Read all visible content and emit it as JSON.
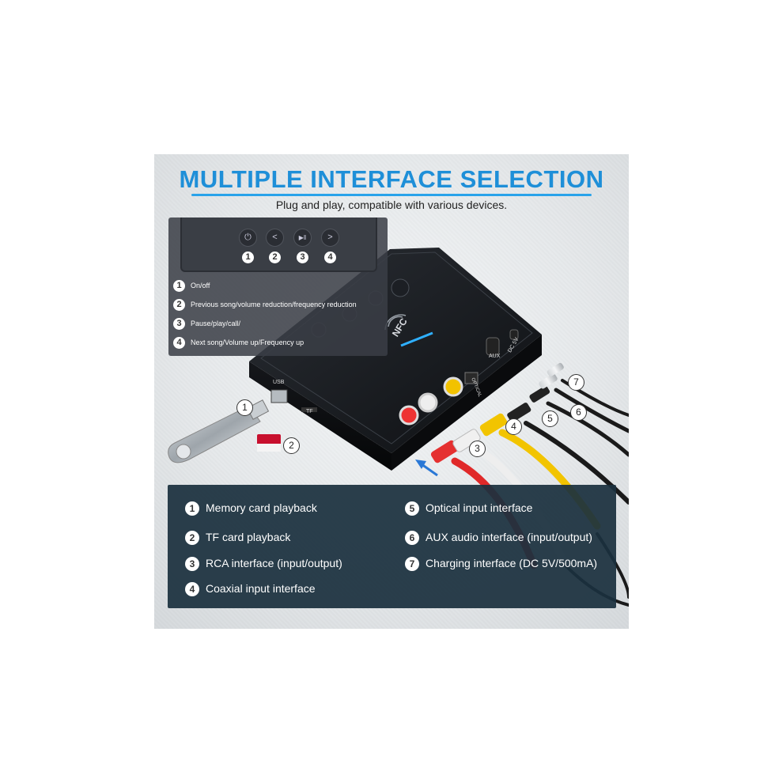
{
  "header": {
    "title": "MULTIPLE INTERFACE SELECTION",
    "subtitle": "Plug and play, compatible with various devices."
  },
  "colors": {
    "accent": "#1e8fd8",
    "panel": "#1b303e",
    "device": "#111317"
  },
  "device": {
    "nfc_label": "NFC",
    "port_usb": "USB",
    "port_tf": "TF",
    "port_aux": "AUX",
    "port_dc": "DC 5V",
    "port_optical": "OPTICAL"
  },
  "top_panel": {
    "buttons": [
      {
        "icon": "power-icon",
        "glyph": "⏻",
        "num": "1"
      },
      {
        "icon": "previous-icon",
        "glyph": "<",
        "num": "2"
      },
      {
        "icon": "play-pause-icon",
        "glyph": "▶‖",
        "num": "3"
      },
      {
        "icon": "next-icon",
        "glyph": ">",
        "num": "4"
      }
    ],
    "items": [
      {
        "num": "1",
        "label": "On/off"
      },
      {
        "num": "2",
        "label": "Previous song/volume reduction/frequency reduction"
      },
      {
        "num": "3",
        "label": "Pause/play/call/"
      },
      {
        "num": "4",
        "label": "Next song/Volume up/Frequency up"
      }
    ]
  },
  "callouts": [
    "1",
    "2",
    "3",
    "4",
    "5",
    "6",
    "7"
  ],
  "legend": {
    "items": [
      {
        "num": "1",
        "label": "Memory card playback"
      },
      {
        "num": "2",
        "label": "TF card playback"
      },
      {
        "num": "3",
        "label": "RCA interface (input/output)"
      },
      {
        "num": "4",
        "label": "Coaxial input interface"
      },
      {
        "num": "5",
        "label": "Optical input interface"
      },
      {
        "num": "6",
        "label": "AUX audio interface (input/output)"
      },
      {
        "num": "7",
        "label": "Charging interface (DC 5V/500mA)"
      }
    ]
  }
}
